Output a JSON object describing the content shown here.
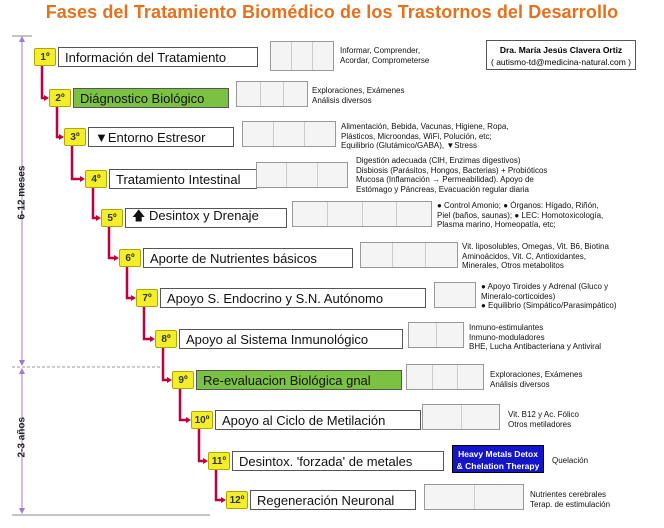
{
  "title": "Fases del Tratamiento Biomédico de los Trastornos del Desarrollo",
  "author": {
    "name": "Dra. María Jesús Clavera Ortiz",
    "email": "( autismo-td@medicina-natural.com )"
  },
  "periods": {
    "first": "6-12 meses",
    "second": "2-3 años"
  },
  "steps": [
    {
      "num": "1º",
      "label": "Información del Tratamiento",
      "desc": [
        "Informar, Comprender,",
        "Acordar, Comprometerse"
      ]
    },
    {
      "num": "2º",
      "label": "Diágnostico Biológico",
      "desc": [
        "Exploraciones, Exámenes",
        "Análisis diversos"
      ]
    },
    {
      "num": "3º",
      "label": "▼Entorno Estresor",
      "desc": [
        "Alimentación, Bebida, Vacunas, Higiene, Ropa,",
        "Plásticos, Microondas, WiFi, Polución, etc;",
        "Equilibrio (Glutámico/GABA), ▼Stress"
      ]
    },
    {
      "num": "4º",
      "label": "Tratamiento Intestinal",
      "desc": [
        "Digestión adecuada (ClH, Enzimas digestivos)",
        "Disbiosis (Parásitos, Hongos, Bacterias) + Probióticos",
        "Mucosa (Inflamación → Permeabilidad). Apoyo de",
        "Estómago y Páncreas, Evacuación regular diaria"
      ]
    },
    {
      "num": "5º",
      "label": "🡅 Desintox y Drenaje",
      "desc": [
        "● Control Amonio; ● Órganos: Hígado, Riñón,",
        "Piel (baños, saunas); ● LEC: Homotoxicología,",
        "Plasma marino, Homeopatía, etc;"
      ]
    },
    {
      "num": "6º",
      "label": "Aporte de Nutrientes básicos",
      "desc": [
        "Vit. liposolubles, Omegas, Vit. B6, Biotina",
        "Aminoácidos, Vit. C, Antioxidantes,",
        "Minerales, Otros metabolitos"
      ]
    },
    {
      "num": "7º",
      "label": "Apoyo S. Endocrino y S.N. Autónomo",
      "desc": [
        "● Apoyo Tiroides y Adrenal (Gluco y",
        "Mineralo-corticoides)",
        "● Equilibrio (Simpático/Parasimpático)"
      ]
    },
    {
      "num": "8º",
      "label": "Apoyo al Sistema Inmunológico",
      "desc": [
        "Inmuno-estimulantes",
        "Inmuno-moduladores",
        "BHE, Lucha Antibacteriana y Antiviral"
      ]
    },
    {
      "num": "9º",
      "label": "Re-evaluacion Biológica gnal",
      "desc": [
        "Exploraciones, Exámenes",
        "Análisis diversos"
      ]
    },
    {
      "num": "10º",
      "label": "Apoyo al Ciclo de Metilación",
      "desc": [
        "Vit. B12 y Ac. Fólico",
        "Otros metiladores"
      ]
    },
    {
      "num": "11º",
      "label": "Desintox. 'forzada' de metales",
      "desc": [
        "Quelación"
      ]
    },
    {
      "num": "12º",
      "label": "Regeneración Neuronal",
      "desc": [
        "Nutrientes cerebrales",
        "Terap. de estimulación"
      ]
    }
  ],
  "heavy": {
    "line1": "Heavy Metals Detox",
    "line2": "& Chelation Therapy"
  },
  "colors": {
    "title": "#e8701a",
    "connector": "#c0003a",
    "green_box": "#7cc242",
    "number": "#f3ee2a",
    "heavy_box": "#1414c8"
  }
}
